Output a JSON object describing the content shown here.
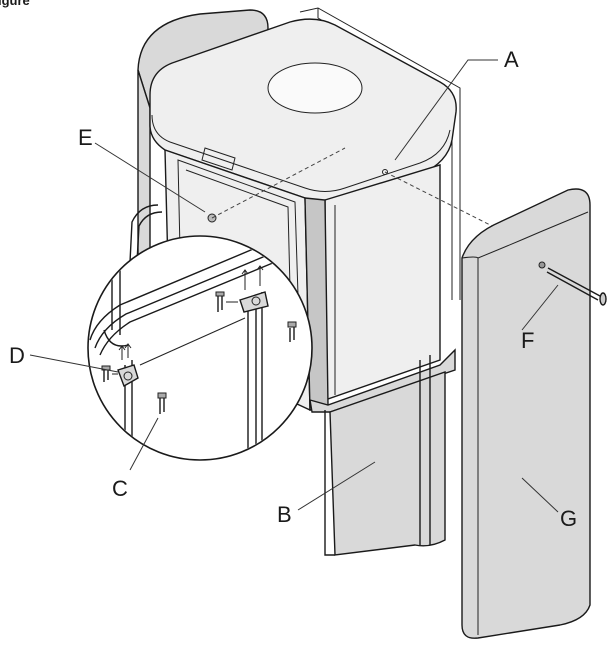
{
  "figure": {
    "header": "igure",
    "callouts": {
      "A": "A",
      "B": "B",
      "C": "C",
      "D": "D",
      "E": "E",
      "F": "F",
      "G": "G"
    }
  },
  "colors": {
    "line": "#1a1a1a",
    "panel": "#d9d9d9",
    "body": "#efefef"
  }
}
